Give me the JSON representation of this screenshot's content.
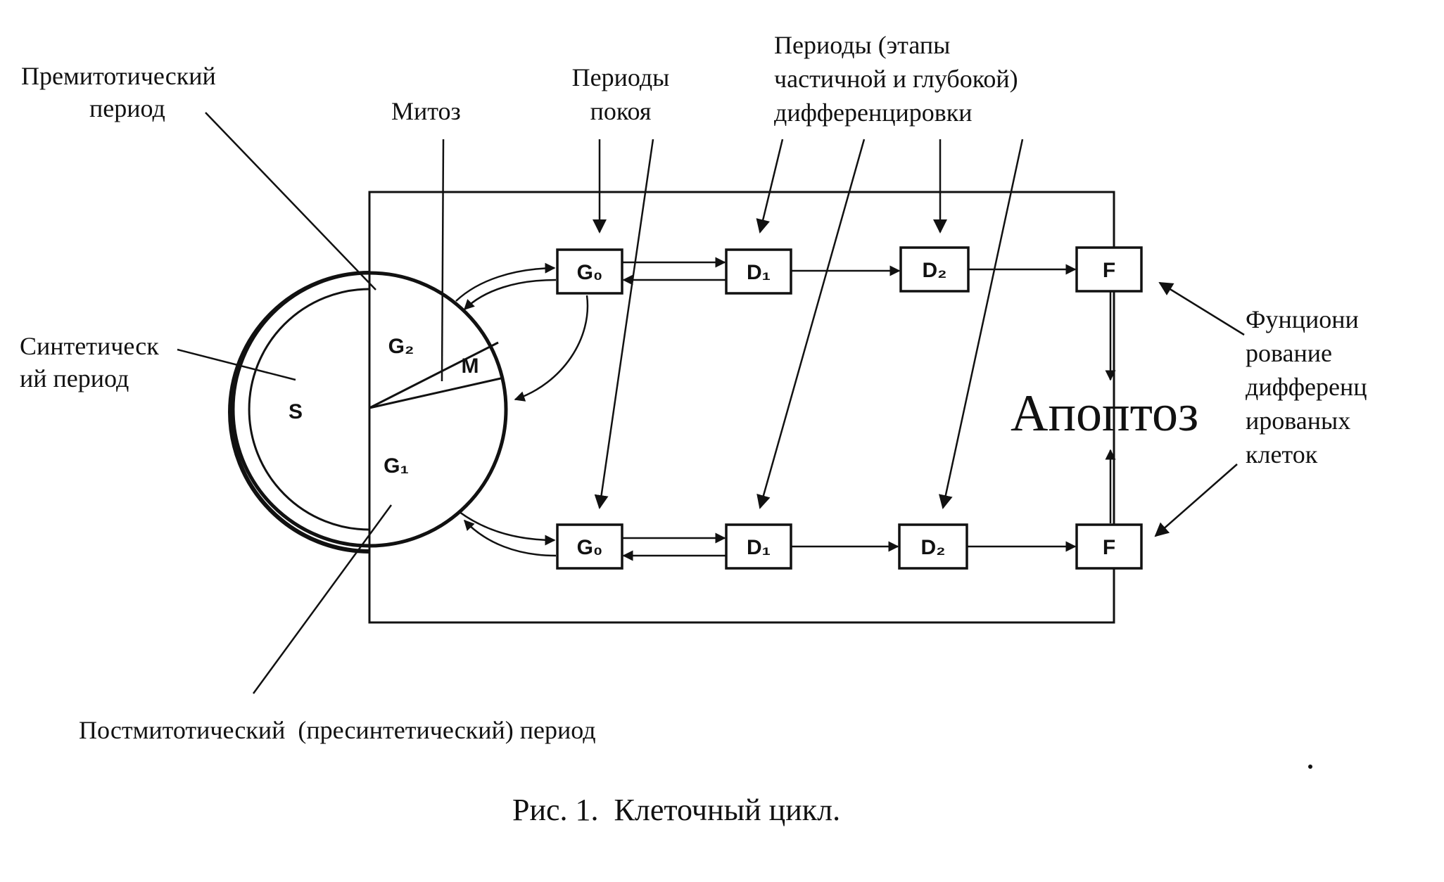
{
  "labels": {
    "premitotic": [
      "Премитотический",
      "период"
    ],
    "mitosis": "Митоз",
    "rest": [
      "Периоды",
      "покоя"
    ],
    "differentiation": [
      "Периоды (этапы",
      "частичной и глубокой)",
      "дифференцировки"
    ],
    "synthetic": [
      "Синтетическ",
      "ий период"
    ],
    "functioning": [
      "Фунциони",
      "рование",
      "дифференц",
      "ированых",
      "клеток"
    ],
    "postmitotic": "Постмитотический  (пресинтетический) период",
    "apoptosis": "Апоптоз",
    "caption": "Рис. 1.  Клеточный цикл."
  },
  "cycle": {
    "phases": [
      "S",
      "G₂",
      "M",
      "G₁"
    ]
  },
  "rows": [
    {
      "boxes": [
        "G₀",
        "D₁",
        "D₂",
        "F"
      ]
    },
    {
      "boxes": [
        "G₀",
        "D₁",
        "D₂",
        "F"
      ]
    }
  ]
}
